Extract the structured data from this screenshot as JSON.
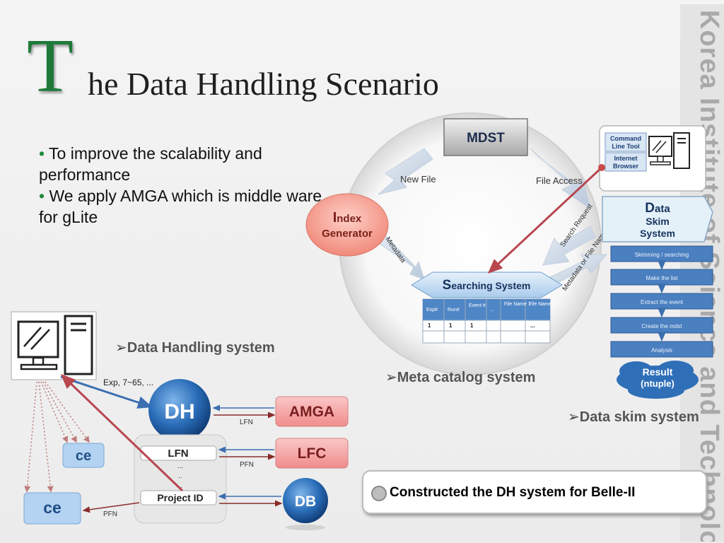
{
  "title": {
    "first_letter": "T",
    "rest": "he Data Handling Scenario"
  },
  "bullets": [
    "To improve the scalability and performance",
    "We apply AMGA which is middle ware for gLite"
  ],
  "side_text": "Korea Institute of Science and Technology Information",
  "labels": {
    "data_handling": "Data Handling system",
    "meta_catalog": "Meta catalog system",
    "data_skim": "Data skim system"
  },
  "note": "Constructed the DH system for Belle-II",
  "meta": {
    "mdst": "MDST",
    "new_file": "New File",
    "file_access": "File Access",
    "index_first": "I",
    "index_rest": "ndex",
    "generator": "Generator",
    "metadata": "Metadata",
    "search_request": "Search Request",
    "metadata_or_file": "Metadata or File Name",
    "searching_first": "S",
    "searching_rest": "earching System",
    "table_headers": [
      "Exp#",
      "Run#",
      "Event #",
      "...",
      "File Name 1",
      "File Name 2"
    ],
    "table_row": [
      "1",
      "1",
      "1",
      "",
      "",
      "..."
    ]
  },
  "skim": {
    "command_line_tool": "Command Line Tool",
    "internet_browser": "Internet Browser",
    "data_d": "D",
    "data_rest": "ata",
    "skim": "Skim",
    "system": "System",
    "steps": [
      "Skimming / searching",
      "Make the list",
      "Extract the event",
      "Create the mdst",
      "Analysis"
    ],
    "result": "Result",
    "ntuple": "(ntuple)"
  },
  "dh": {
    "exp_label": "Exp, 7~65, ...",
    "dh": "DH",
    "amga": "AMGA",
    "lfc": "LFC",
    "db": "DB",
    "ce": "ce",
    "lfn": "LFN",
    "pfn": "PFN",
    "project_id": "Project ID",
    "dots": "...",
    "dots2": ".."
  },
  "colors": {
    "title_green": "#1f7a3a",
    "dh_blue": "#2e6fb5",
    "pink_box": "#f4a6a6",
    "skim_blue": "#4a7fc0",
    "ce_blue": "#a9cbef",
    "arrow_red": "#b8474f"
  }
}
